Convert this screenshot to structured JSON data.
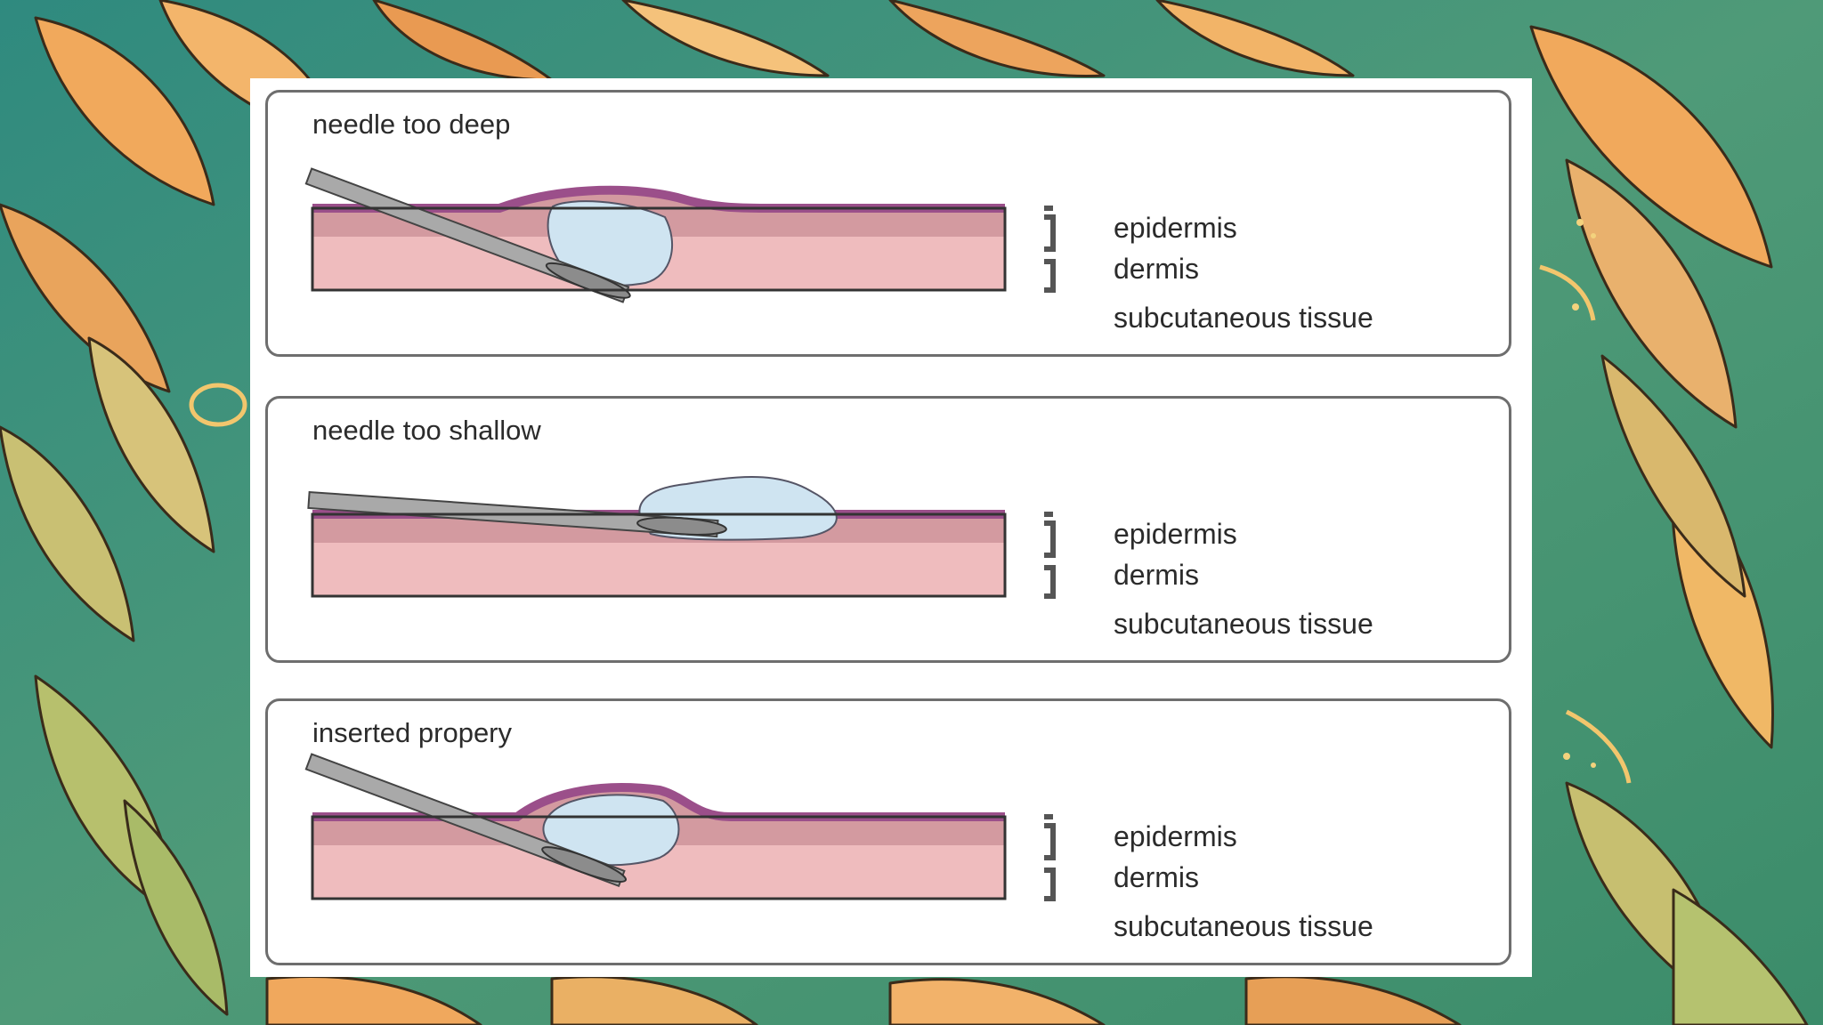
{
  "slide": {
    "panels": [
      {
        "id": "too-deep",
        "title": "needle too deep",
        "layers": {
          "epidermis": "epidermis",
          "dermis": "dermis",
          "subcutaneous": "subcutaneous tissue"
        }
      },
      {
        "id": "too-shallow",
        "title": "needle too shallow",
        "layers": {
          "epidermis": "epidermis",
          "dermis": "dermis",
          "subcutaneous": "subcutaneous tissue"
        }
      },
      {
        "id": "proper",
        "title": "inserted propery",
        "layers": {
          "epidermis": "epidermis",
          "dermis": "dermis",
          "subcutaneous": "subcutaneous tissue"
        }
      }
    ]
  },
  "colors": {
    "background": "#3e8f80",
    "epidermis": "#9b4f8a",
    "dermis": "#d39aa0",
    "subcutaneous": "#efbcbe",
    "bleb": "#cfe4f1",
    "needle": "#a9a9a9"
  },
  "icons": [
    "leaf-icon",
    "needle-icon",
    "bleb-icon",
    "bracket-icon"
  ]
}
